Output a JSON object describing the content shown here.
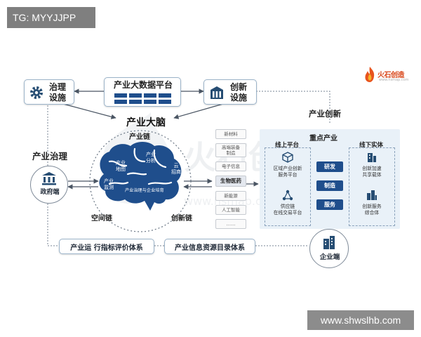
{
  "tag": "TG: MYYJJPP",
  "watermark": "www.shwslhb.com",
  "logo": {
    "brand": "火石创造",
    "site": "www.hsmap.com"
  },
  "top": {
    "governance": "治理\n设施",
    "bigdata": "产业大数据平台",
    "innovation": "创新\n设施",
    "brain": "产业大脑"
  },
  "left": {
    "title": "产业治理",
    "gov": "政府端"
  },
  "right": {
    "title": "产业创新",
    "enterprise": "企业端"
  },
  "brain": {
    "chain_top": "产业链",
    "chain_left": "空间链",
    "chain_right": "创新链",
    "lobes": [
      "产业\n地图",
      "产业\n分析",
      "云\n招商",
      "产业\n监测",
      "产业治理与企业培育"
    ]
  },
  "industries": [
    "新材料",
    "高端装备\n制造",
    "电子信息",
    "生物医药",
    "新能源",
    "人工智能",
    "……"
  ],
  "panel": {
    "title": "重点产业",
    "online": "线上平台",
    "offline": "线下实体",
    "left_items": [
      "区域产业创新\n服务平台",
      "供应链\n在线交易平台"
    ],
    "mid_items": [
      "研发",
      "制造",
      "服务"
    ],
    "right_items": [
      "创新加速\n共享载体",
      "创新服务\n综合体"
    ]
  },
  "bottom": {
    "eval": "产业运 行指标评价体系",
    "catalog": "产业信息资源目录体系"
  },
  "colors": {
    "navy": "#1f4e8c",
    "panel": "#e9f1f8",
    "icon": "#264d73"
  }
}
